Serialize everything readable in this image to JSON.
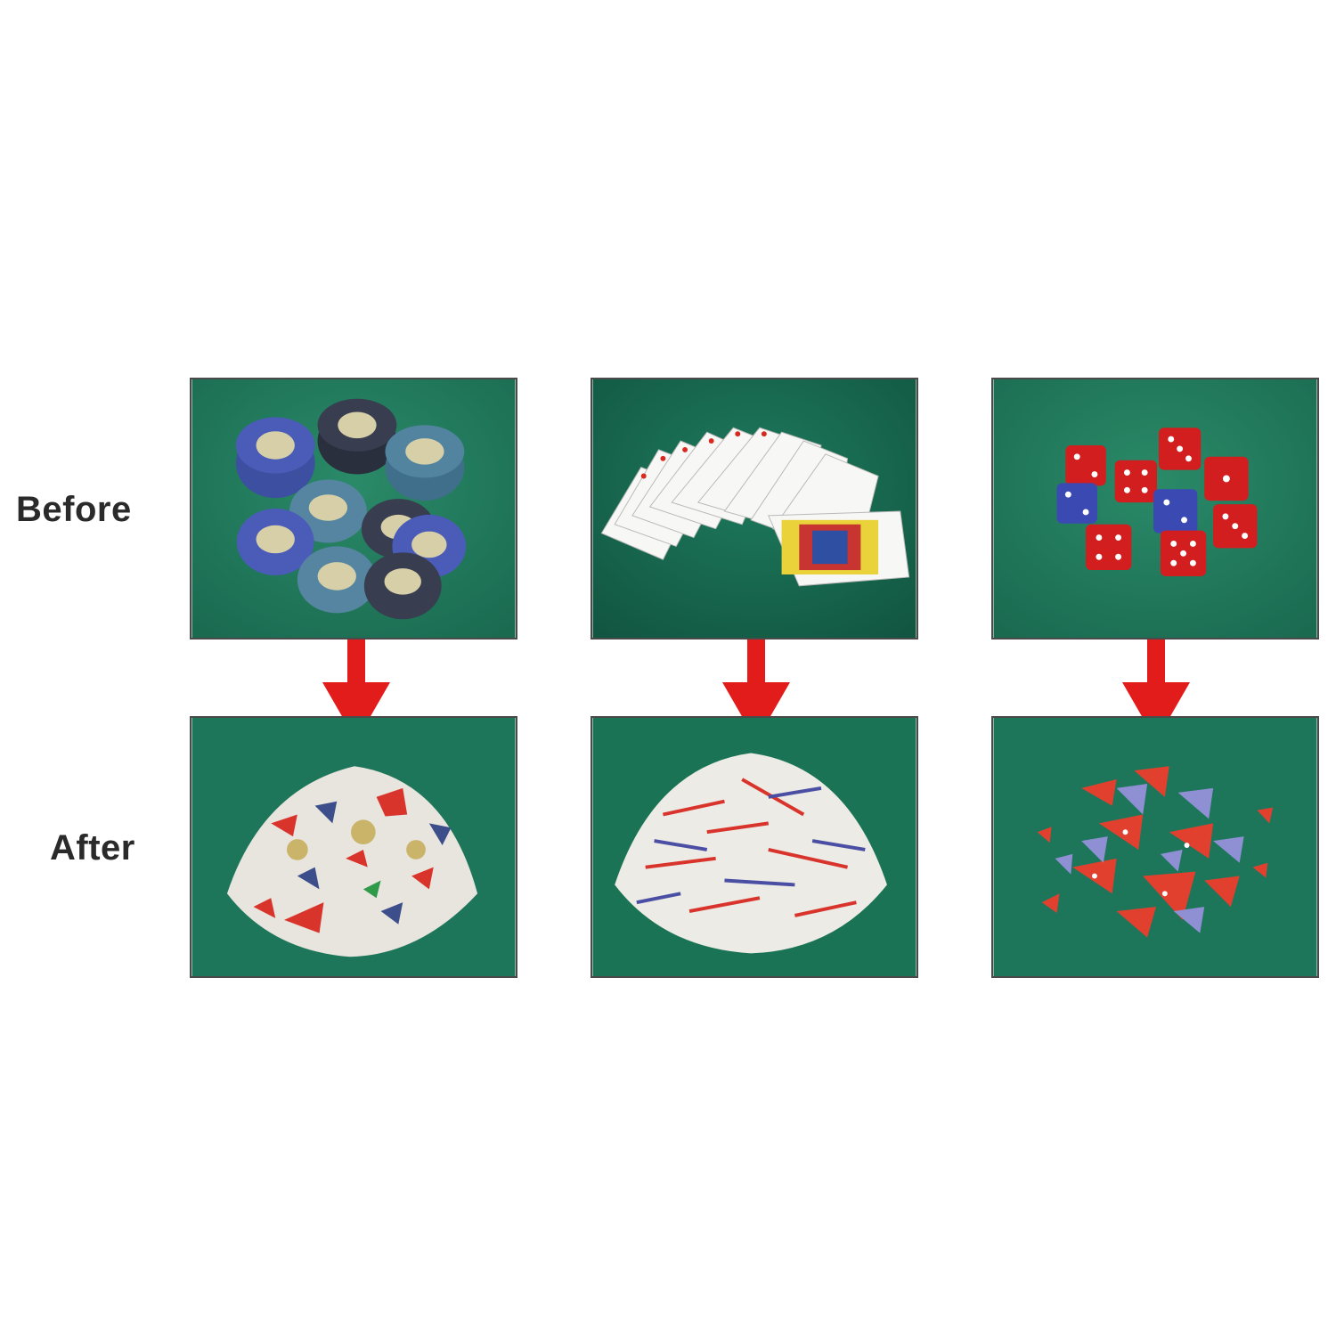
{
  "labels": {
    "before": "Before",
    "after": "After"
  },
  "colors": {
    "felt": "#1f7a5c",
    "felt_dark": "#17644b",
    "arrow": "#e21b1b",
    "panel_border": "#4a4a4a",
    "label_text": "#2a2a2a"
  },
  "columns": [
    {
      "before_image": "poker-chips-stack",
      "after_image": "shredded-poker-chips"
    },
    {
      "before_image": "fanned-playing-cards",
      "after_image": "shredded-playing-cards"
    },
    {
      "before_image": "red-and-blue-dice",
      "after_image": "shredded-dice-fragments"
    }
  ]
}
